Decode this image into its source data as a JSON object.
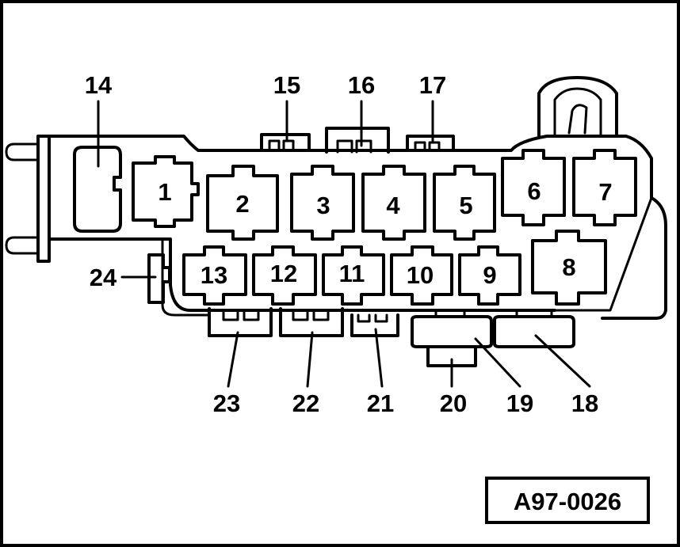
{
  "diagram": {
    "slots": {
      "s1": "1",
      "s2": "2",
      "s3": "3",
      "s4": "4",
      "s5": "5",
      "s6": "6",
      "s7": "7",
      "s8": "8",
      "s9": "9",
      "s10": "10",
      "s11": "11",
      "s12": "12",
      "s13": "13"
    },
    "callouts": {
      "c14": "14",
      "c15": "15",
      "c16": "16",
      "c17": "17",
      "c18": "18",
      "c19": "19",
      "c20": "20",
      "c21": "21",
      "c22": "22",
      "c23": "23",
      "c24": "24"
    },
    "reference": "A97-0026"
  }
}
